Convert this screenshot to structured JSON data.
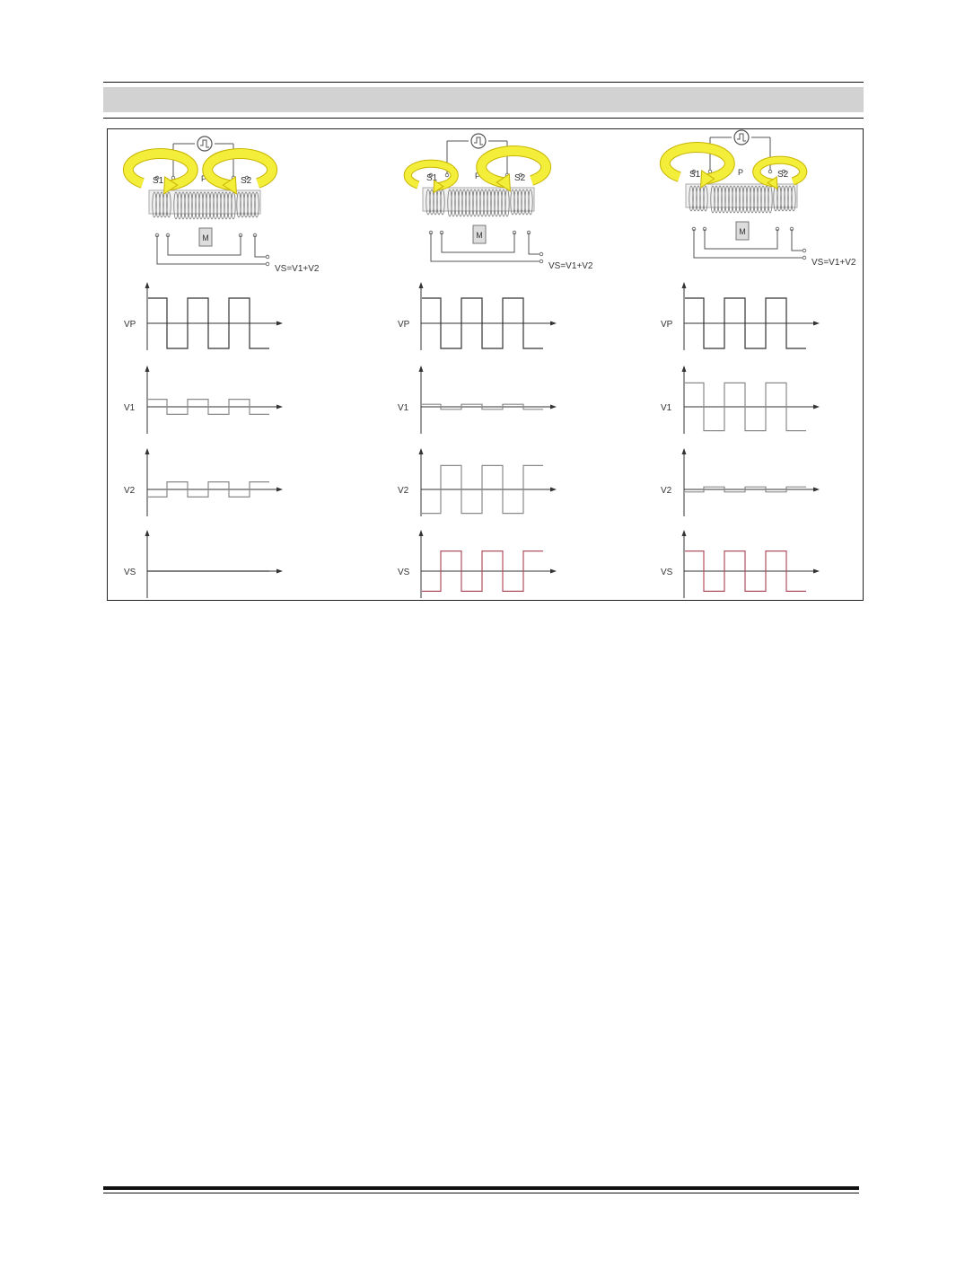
{
  "header": {
    "band_color": "#d2d2d2"
  },
  "diagram": {
    "panels": [
      {
        "labels": {
          "s1": "S1",
          "p": "P",
          "s2": "S2",
          "m": "M",
          "sum": "VS=V1+V2"
        },
        "s1_arrow_size": "large",
        "s2_arrow_size": "large",
        "waveforms": [
          {
            "label": "VP",
            "amplitude": 1.0,
            "color": "#333333"
          },
          {
            "label": "V1",
            "amplitude": 0.3,
            "color": "#8a8a8a"
          },
          {
            "label": "V2",
            "amplitude": -0.3,
            "color": "#8a8a8a"
          },
          {
            "label": "VS",
            "amplitude": 0.0,
            "color": "#333333"
          }
        ]
      },
      {
        "labels": {
          "s1": "S1",
          "p": "P",
          "s2": "S2",
          "m": "M",
          "sum": "VS=V1+V2"
        },
        "s1_arrow_size": "small",
        "s2_arrow_size": "large",
        "waveforms": [
          {
            "label": "VP",
            "amplitude": 1.0,
            "color": "#333333"
          },
          {
            "label": "V1",
            "amplitude": 0.1,
            "color": "#8a8a8a"
          },
          {
            "label": "V2",
            "amplitude": -0.95,
            "color": "#8a8a8a"
          },
          {
            "label": "VS",
            "amplitude": -0.8,
            "color": "#b05060"
          }
        ]
      },
      {
        "labels": {
          "s1": "S1",
          "p": "P",
          "s2": "S2",
          "m": "M",
          "sum": "VS=V1+V2"
        },
        "s1_arrow_size": "large",
        "s2_arrow_size": "small",
        "waveforms": [
          {
            "label": "VP",
            "amplitude": 1.0,
            "color": "#333333"
          },
          {
            "label": "V1",
            "amplitude": 0.95,
            "color": "#8a8a8a"
          },
          {
            "label": "V2",
            "amplitude": -0.1,
            "color": "#8a8a8a"
          },
          {
            "label": "VS",
            "amplitude": 0.8,
            "color": "#b05060"
          }
        ]
      }
    ],
    "arrow_color": "#f2ee3a",
    "arrow_outline": "#c8b400"
  }
}
